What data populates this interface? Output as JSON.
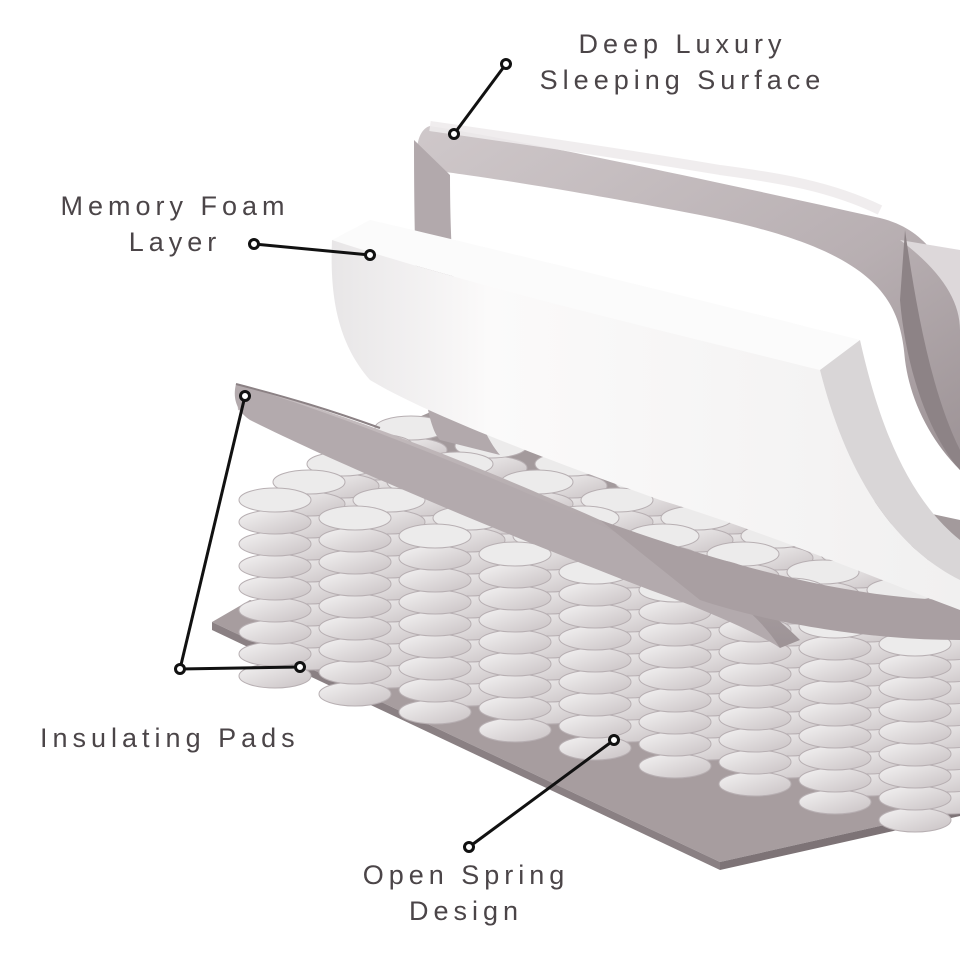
{
  "labels": {
    "deep_luxury": [
      "Deep Luxury",
      "Sleeping Surface"
    ],
    "memory_foam": [
      "Memory Foam",
      "Layer"
    ],
    "insulating_pads": "Insulating Pads",
    "open_spring": [
      "Open Spring",
      "Design"
    ]
  },
  "colors": {
    "background": "#ffffff",
    "label_text": "#4b4548",
    "leader_line": "#111111",
    "fabric": "#b7aeb1",
    "fabric_dark": "#8f8588",
    "foam": "#f3f2f2",
    "spring_light": "#e9e7e8",
    "spring_dark": "#a39a9d"
  }
}
